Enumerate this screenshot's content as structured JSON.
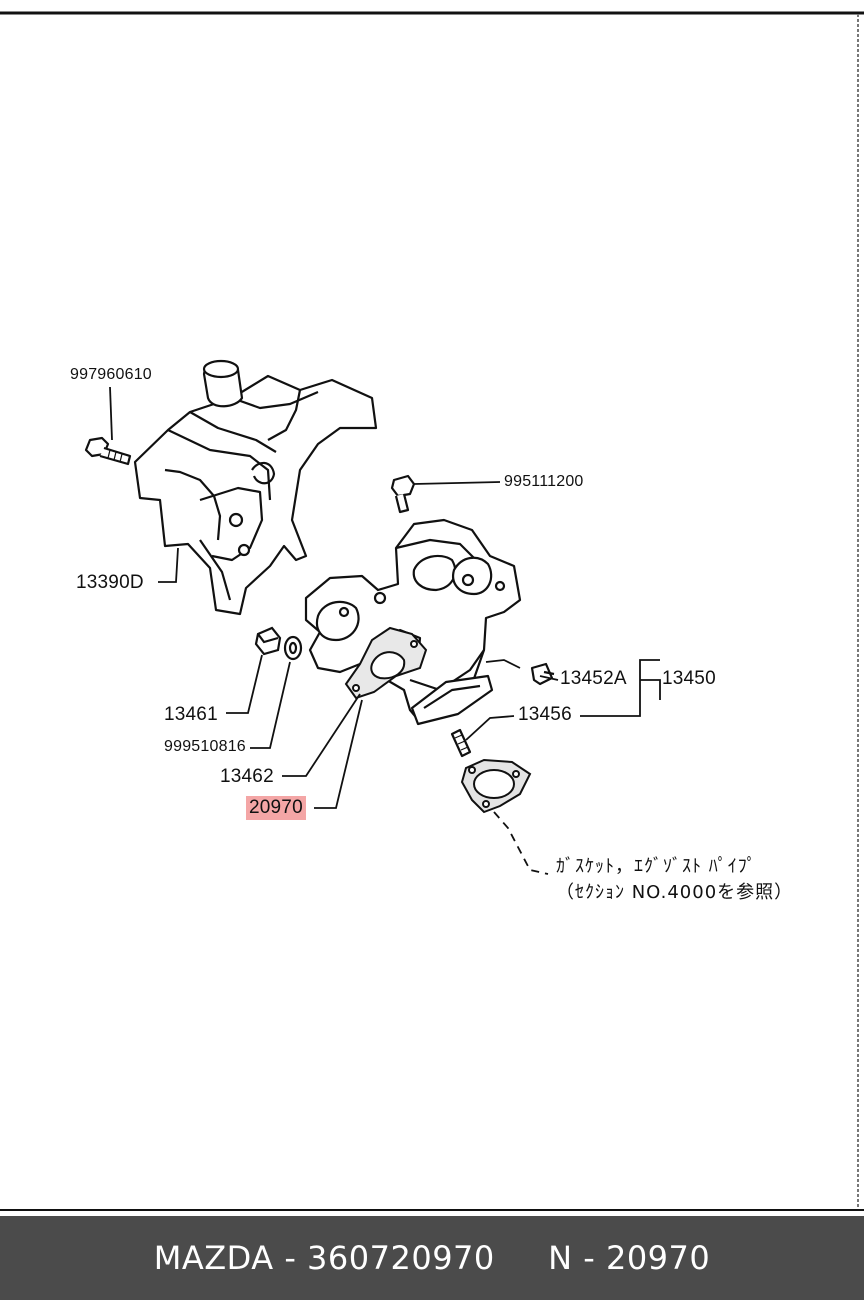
{
  "labels": {
    "bolt_top_left": "997960610",
    "cover": "13390D",
    "nut": "13461",
    "washer": "999510816",
    "gasket_inner": "13462",
    "gasket_highlighted": "20970",
    "bolt_top_right": "995111200",
    "sensor_plug": "13452A",
    "manifold_assembly": "13450",
    "stud": "13456"
  },
  "note": {
    "line1": "ｶﾞｽｹｯﾄ，ｴｸﾞｿﾞｽﾄ ﾊﾟｲﾌﾟ",
    "line2": "（ｾｸｼｮﾝ NO.4000を参照）"
  },
  "footer": {
    "text": "MAZDA - 360720970     N - 20970"
  },
  "colors": {
    "highlight": "#f4a6a6",
    "footer_bg": "#4b4b4b",
    "line": "#111111"
  }
}
